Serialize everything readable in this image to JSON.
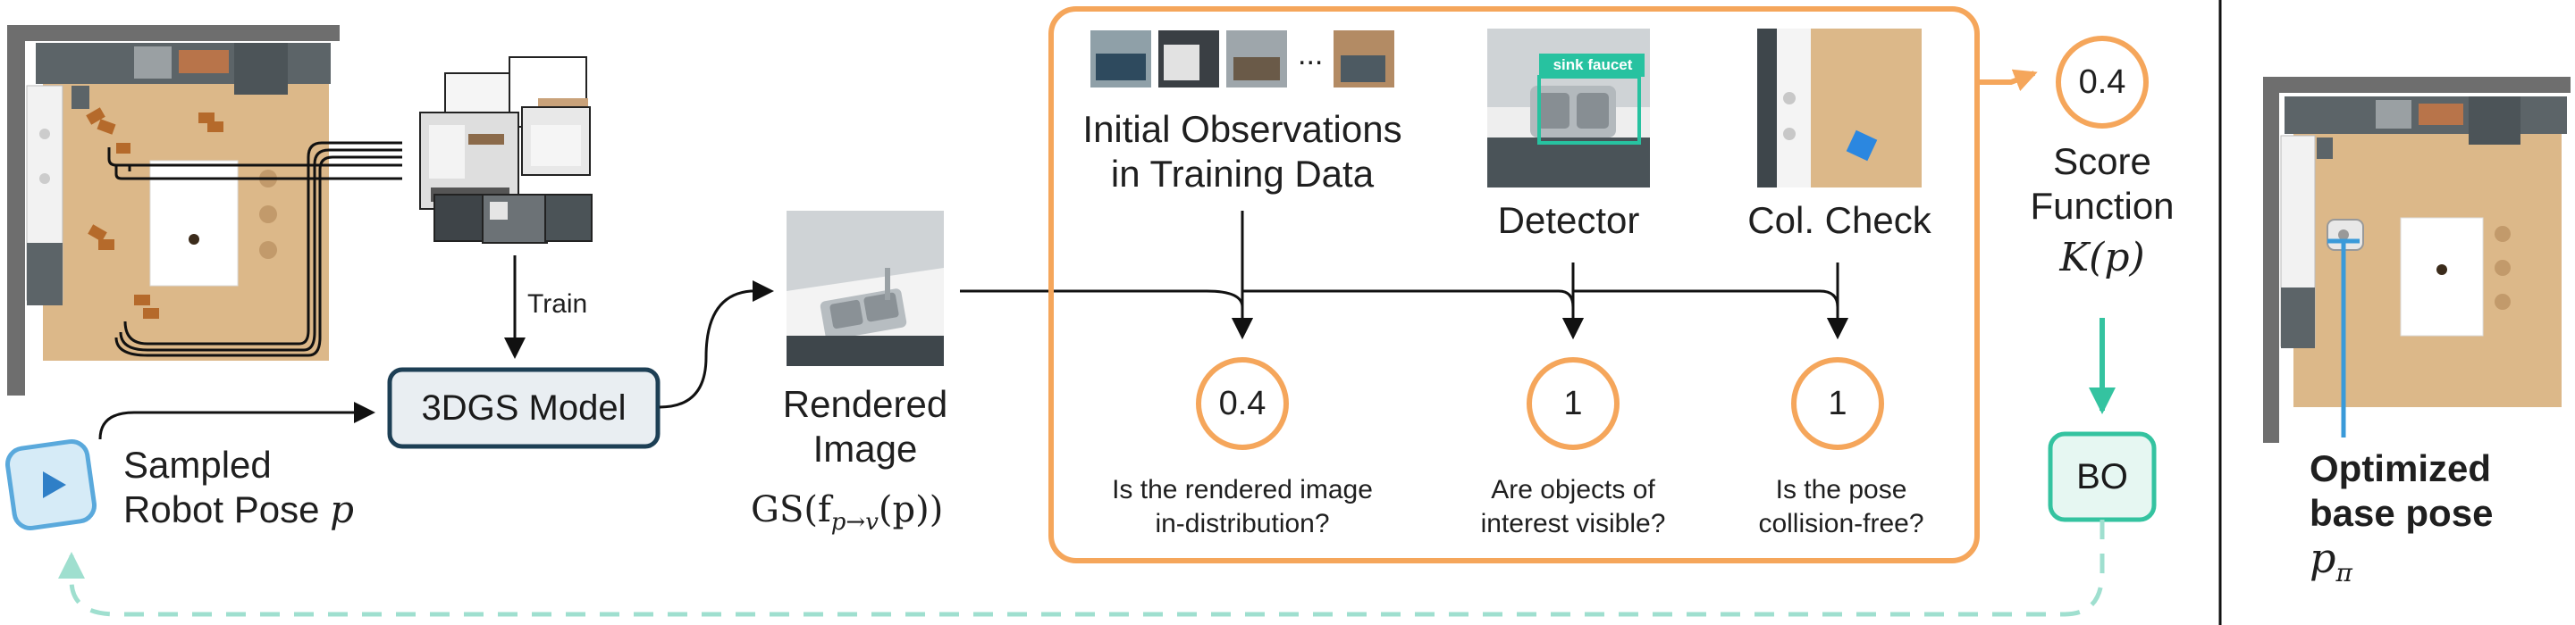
{
  "colors": {
    "orange": "#f5a65b",
    "teal": "#34c3a0",
    "dark_blue": "#1d3f55",
    "light_blue_fill": "#d6ebf7",
    "robot_blue": "#2f7fc7",
    "wood": "#dcb889",
    "wall": "#6e6e6e",
    "detector_box": "#27c2a0",
    "pole_blue": "#3a9ad9"
  },
  "left": {
    "train_label": "Train",
    "model_label": "3DGS Model",
    "sampled_line1": "Sampled",
    "sampled_line2": "Robot Pose",
    "sampled_var": "p",
    "rendered_line1": "Rendered",
    "rendered_line2": "Image",
    "rendered_formula": "GS(f",
    "rendered_sub": "p→v",
    "rendered_formula_end": "(p))"
  },
  "scoring": {
    "obs_line1": "Initial Observations",
    "obs_line2": "in Training Data",
    "ellipsis": "...",
    "detector_label": "Detector",
    "detector_tag": "sink faucet",
    "colcheck_label": "Col. Check",
    "scores": [
      "0.4",
      "1",
      "1"
    ],
    "questions": [
      [
        "Is the rendered image",
        "in-distribution?"
      ],
      [
        "Are objects of",
        "interest visible?"
      ],
      [
        "Is the pose",
        "collision-free?"
      ]
    ]
  },
  "score_function": {
    "value": "0.4",
    "line1": "Score",
    "line2": "Function",
    "formula": "K(p)",
    "bo_label": "BO"
  },
  "result": {
    "line1": "Optimized",
    "line2": "base pose",
    "var": "p",
    "sub": "π"
  }
}
